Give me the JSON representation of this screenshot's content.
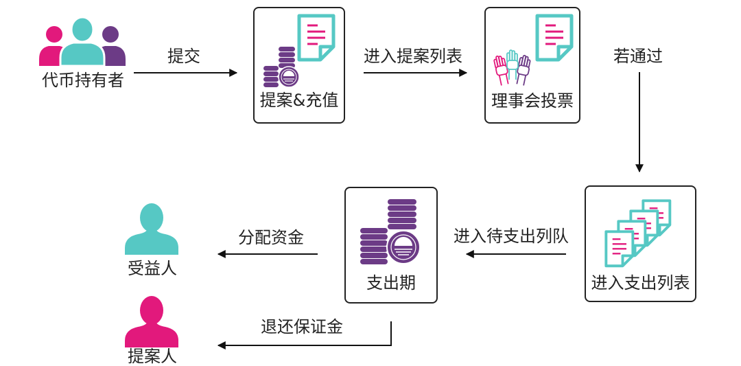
{
  "nodes": {
    "token_holders": {
      "label": "代币持有者",
      "icon": "people-group-icon"
    },
    "proposal_deposit": {
      "label": "提案&充值",
      "icons": [
        "document-icon",
        "coins-icon"
      ]
    },
    "council_vote": {
      "label": "理事会投票",
      "icons": [
        "document-icon",
        "raised-hands-icon"
      ]
    },
    "spend_list": {
      "label": "进入支出列表",
      "icon": "documents-stack-icon"
    },
    "spend_period": {
      "label": "支出期",
      "icon": "coins-icon"
    },
    "beneficiary": {
      "label": "受益人",
      "icon": "person-icon"
    },
    "proposer": {
      "label": "提案人",
      "icon": "person-icon"
    }
  },
  "edges": {
    "submit": {
      "label": "提交"
    },
    "enter_proposal_list": {
      "label": "进入提案列表"
    },
    "if_passed": {
      "label": "若通过"
    },
    "enter_pending_queue": {
      "label": "进入待支出列队"
    },
    "allocate_funds": {
      "label": "分配资金"
    },
    "refund_deposit": {
      "label": "退还保证金"
    }
  },
  "colors": {
    "pink": "#e2197c",
    "teal": "#56c8c4",
    "purple": "#6c3b86",
    "border": "#222222",
    "text": "#222222"
  }
}
